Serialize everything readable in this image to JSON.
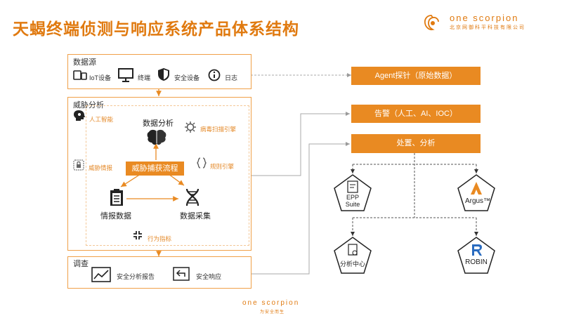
{
  "title": "天蝎终端侦测与响应系统产品体系结构",
  "brand": {
    "name": "one scorpion",
    "subtitle": "北京网御科平科技有限公司"
  },
  "data_source": {
    "label": "数据源",
    "items": [
      {
        "icon": "iot-device-icon",
        "label": "IoT设备"
      },
      {
        "icon": "monitor-icon",
        "label": "终端"
      },
      {
        "icon": "shield-icon",
        "label": "安全设备"
      },
      {
        "icon": "info-icon",
        "label": "日志"
      }
    ]
  },
  "threat_analysis": {
    "label": "威胁分析",
    "ai": "人工智能",
    "center_title": "数据分析",
    "virus_engine": "病毒扫描引擎",
    "threat_intel": "威胁情报",
    "hunt_flow": "威胁捕获流程",
    "rule_engine": "规则引擎",
    "intel_data": "情报数据",
    "data_collect": "数据采集",
    "behavior": "行为指标"
  },
  "investigation": {
    "label": "调查",
    "report": "安全分析报告",
    "response": "安全响应"
  },
  "right_bars": {
    "agent": "Agent探针（原始数据）",
    "alert": "告警（人工、AI、IOC）",
    "handle": "处置、分析"
  },
  "products": {
    "epp_line1": "EPP",
    "epp_line2": "Suite",
    "argus": "Argus™",
    "analysis_center": "分析中心",
    "robin": "ROBIN"
  },
  "footer": {
    "name": "one scorpion",
    "slogan": "为安全而生"
  }
}
